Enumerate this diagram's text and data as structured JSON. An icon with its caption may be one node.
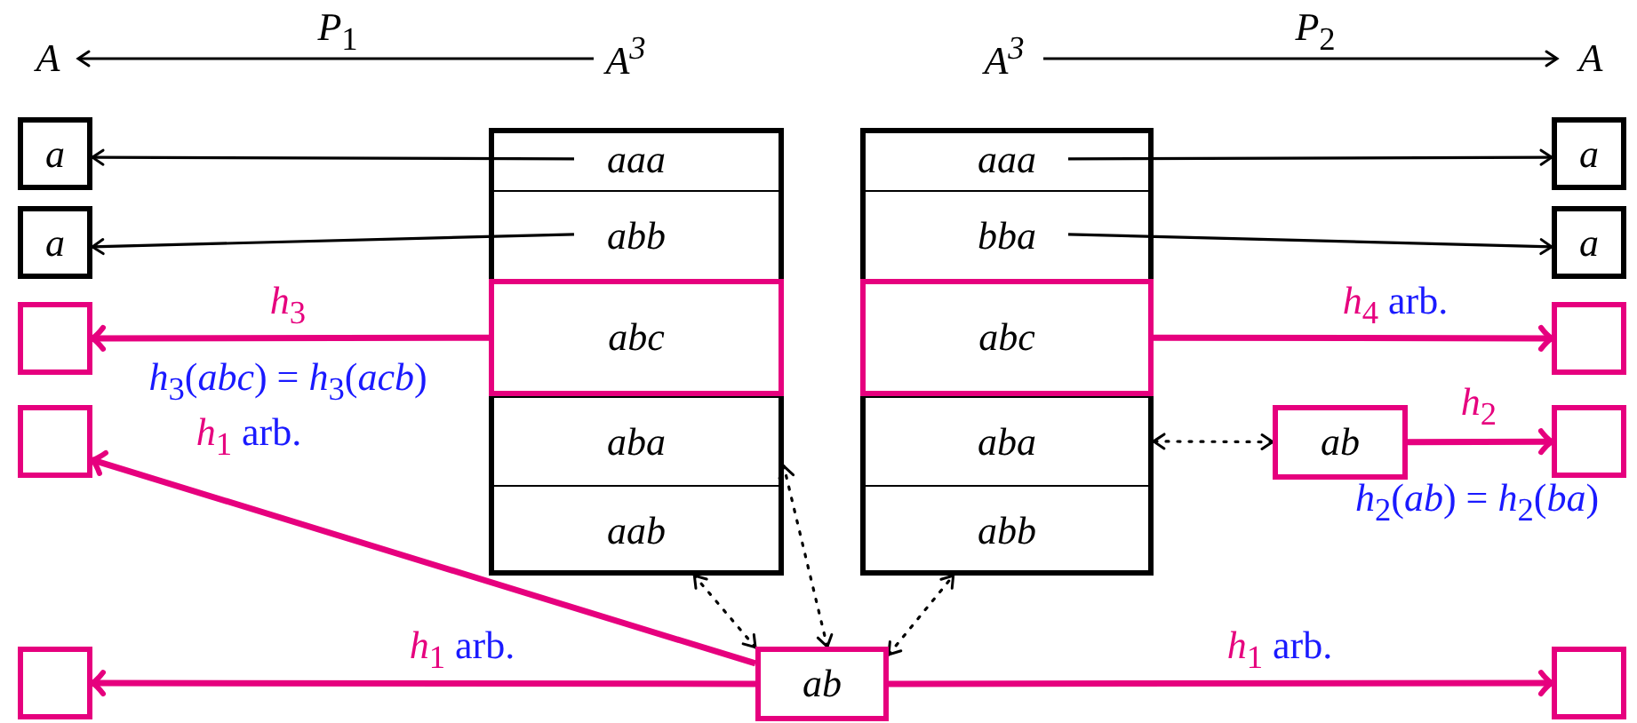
{
  "diagram": {
    "nodes": [
      {
        "text": [
          "A"
        ]
      },
      {
        "text": [
          "A$^{3}$"
        ]
      },
      {
        "text": [
          "A$^{3}$"
        ]
      },
      {
        "text": [
          "A"
        ]
      },
      {
        "text": [],
        "shape": "box"
      },
      {
        "text": [
          "aaa"
        ],
        "in": 4
      },
      {
        "text": [
          "abb"
        ],
        "in": 4
      },
      {
        "text": [
          "abc"
        ],
        "in": 4
      },
      {
        "text": [
          "aba"
        ],
        "in": 4
      },
      {
        "text": [
          "aab"
        ],
        "in": 4
      },
      {
        "text": [],
        "shape": "box"
      },
      {
        "text": [
          "aaa"
        ],
        "in": 10
      },
      {
        "text": [
          "bba"
        ],
        "in": 10
      },
      {
        "text": [
          "abc"
        ],
        "in": 10
      },
      {
        "text": [
          "aba"
        ],
        "in": 10
      },
      {
        "text": [
          "abb"
        ],
        "in": 10
      },
      {
        "text": [
          "a"
        ]
      },
      {
        "text": [
          "a"
        ]
      },
      {
        "text": [],
        "shape": "box"
      },
      {
        "text": [],
        "shape": "box"
      },
      {
        "text": [],
        "shape": "box"
      },
      {
        "text": [
          "a"
        ]
      },
      {
        "text": [
          "a"
        ]
      },
      {
        "text": [],
        "shape": "box"
      },
      {
        "text": [],
        "shape": "box"
      },
      {
        "text": [],
        "shape": "box"
      },
      {
        "text": [
          "ab"
        ]
      },
      {
        "text": [
          "ab"
        ]
      }
    ],
    "edges": [
      {
        "from": 1,
        "to": 0,
        "arrow": "to",
        "label": "*P*$_{1}$"
      },
      {
        "from": 2,
        "to": 3,
        "arrow": "to",
        "label": "*P*$_{2}$"
      },
      {
        "from": 5,
        "to": 16,
        "arrow": "to"
      },
      {
        "from": 6,
        "to": 17,
        "arrow": "to"
      },
      {
        "from": 7,
        "to": 18,
        "arrow": "to",
        "label": "*h*$_{3}$",
        "style": "thick",
        "color": "#e6007e"
      },
      {
        "from": 11,
        "to": 21,
        "arrow": "to"
      },
      {
        "from": 12,
        "to": 22,
        "arrow": "to"
      },
      {
        "from": 13,
        "to": 23,
        "arrow": "to",
        "label": "*h*$_{4}$ arb.",
        "style": "thick",
        "color": "#e6007e"
      },
      {
        "from": 26,
        "to": 14,
        "arrow": "both",
        "style": "dashed"
      },
      {
        "from": 26,
        "to": 24,
        "arrow": "to",
        "label": "*h*$_{2}$",
        "style": "thick",
        "color": "#e6007e"
      },
      {
        "from": 27,
        "to": 19,
        "arrow": "to",
        "label": "*h*$_{1}$ arb.",
        "style": "thick",
        "color": "#e6007e"
      },
      {
        "from": 27,
        "to": 20,
        "arrow": "to",
        "label": "*h*$_{1}$ arb.",
        "style": "thick",
        "color": "#e6007e"
      },
      {
        "from": 27,
        "to": 25,
        "arrow": "to",
        "label": "*h*$_{1}$ arb.",
        "style": "thick",
        "color": "#e6007e"
      },
      {
        "from": 27,
        "to": 8,
        "arrow": "both",
        "style": "dashed"
      },
      {
        "from": 27,
        "to": 9,
        "arrow": "both",
        "style": "dashed"
      },
      {
        "from": 27,
        "to": 15,
        "arrow": "both",
        "style": "dashed"
      }
    ],
    "labels": [
      "*h*$_{3}$(*abc*) = *h*$_{3}$(*acb*)",
      "*h*$_{2}$(*ab*) = *h*$_{2}$(*ba*)"
    ]
  }
}
